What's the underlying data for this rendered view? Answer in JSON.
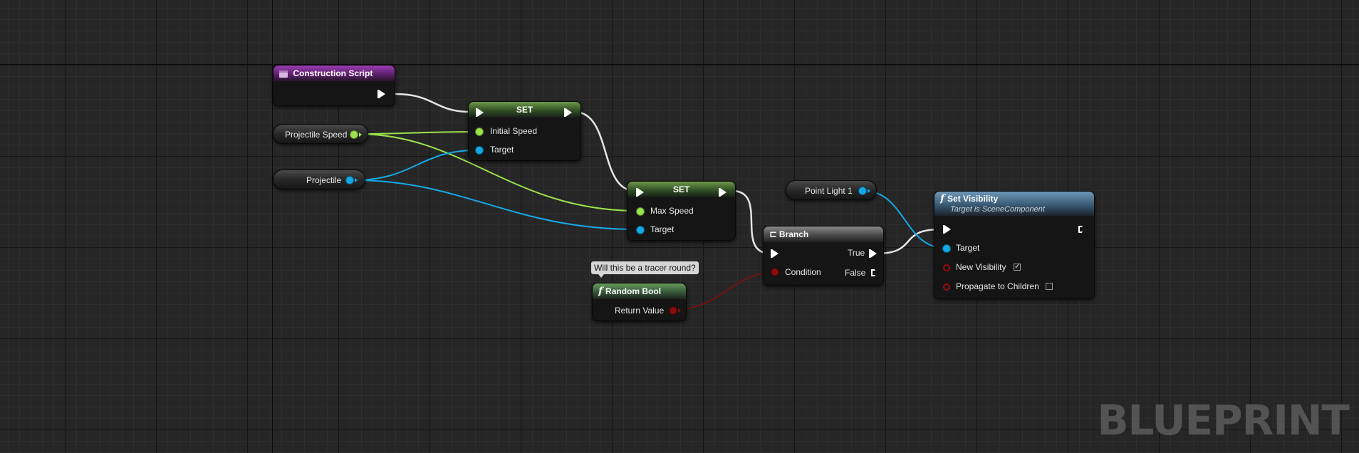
{
  "nodes": {
    "construction_script": {
      "title": "Construction Script"
    },
    "projectile_speed": {
      "label": "Projectile Speed"
    },
    "projectile": {
      "label": "Projectile"
    },
    "set1": {
      "title": "SET",
      "pin_initial_speed": "Initial Speed",
      "pin_target": "Target"
    },
    "set2": {
      "title": "SET",
      "pin_max_speed": "Max Speed",
      "pin_target": "Target"
    },
    "random_bool": {
      "title": "Random Bool",
      "tooltip": "Will this be a tracer round?",
      "pin_return": "Return Value"
    },
    "branch": {
      "title": "Branch",
      "pin_true": "True",
      "pin_false": "False",
      "pin_condition": "Condition"
    },
    "point_light": {
      "label": "Point Light 1"
    },
    "set_visibility": {
      "title": "Set Visibility",
      "subtitle": "Target is SceneComponent",
      "pin_target": "Target",
      "pin_new_visibility": "New Visibility",
      "new_visibility_checked": true,
      "pin_propagate": "Propagate to Children",
      "propagate_checked": false
    }
  },
  "watermark": "BLUEPRINT",
  "colors": {
    "exec_wire": "#e6e6e6",
    "float_wire": "#9be34c",
    "object_wire": "#14a9e6",
    "bool_wire": "#8a0b0b",
    "background": "#262626"
  },
  "icons": {
    "construction_script": "event-icon",
    "function": "function-icon",
    "branch": "branch-icon"
  }
}
